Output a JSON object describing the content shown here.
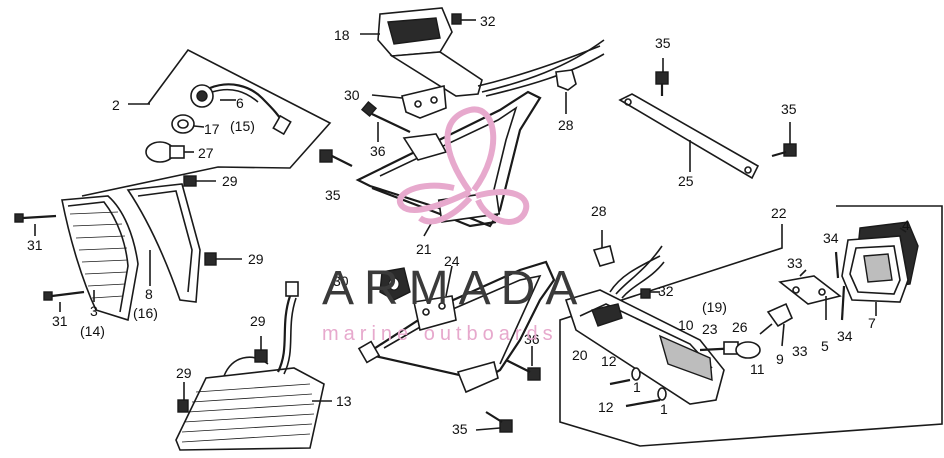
{
  "watermark": {
    "brand": "ARMADA",
    "tagline": "marine outboards",
    "text_color": "#3a3a3a",
    "logo_color": "#e7a9cd"
  },
  "labels": [
    "2",
    "6",
    "(15)",
    "17",
    "27",
    "29",
    "31",
    "3",
    "(14)",
    "8",
    "(16)",
    "31",
    "29",
    "29",
    "29",
    "13",
    "18",
    "32",
    "30",
    "36",
    "35",
    "21",
    "28",
    "35",
    "25",
    "35",
    "30",
    "24",
    "36",
    "35",
    "28",
    "32",
    "(19)",
    "22",
    "4",
    "34",
    "33",
    "10",
    "23",
    "26",
    "20",
    "12",
    "1",
    "12",
    "1",
    "11",
    "9",
    "33",
    "5",
    "34",
    "7"
  ]
}
